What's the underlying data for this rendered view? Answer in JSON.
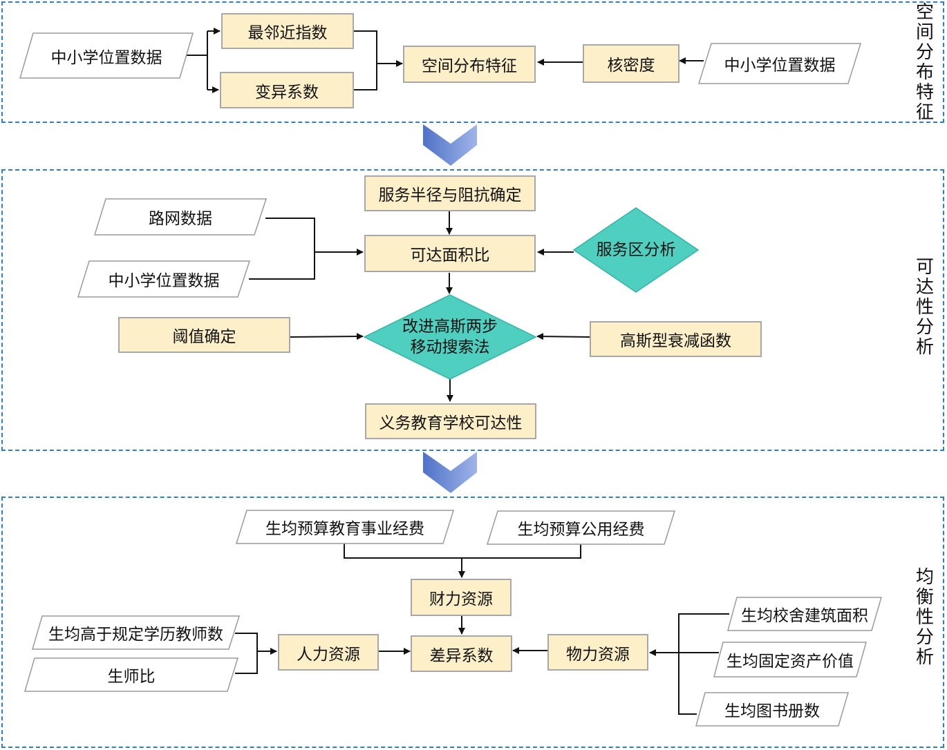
{
  "sections": {
    "spatial": {
      "label": [
        "空",
        "间",
        "分",
        "布",
        "特",
        "征"
      ],
      "school_data_left": "中小学位置数据",
      "nearest_neighbor": "最邻近指数",
      "variation_coef": "变异系数",
      "spatial_feature": "空间分布特征",
      "kernel_density": "核密度",
      "school_data_right": "中小学位置数据"
    },
    "access": {
      "label": [
        "可",
        "达",
        "性",
        "分",
        "析"
      ],
      "service_radius": "服务半径与阻抗确定",
      "road_data": "路网数据",
      "school_data": "中小学位置数据",
      "area_ratio": "可达面积比",
      "service_area": "服务区分析",
      "threshold": "阈值确定",
      "g2sfca_line1": "改进高斯两步",
      "g2sfca_line2": "移动搜索法",
      "gaussian_decay": "高斯型衰减函数",
      "school_access": "义务教育学校可达性"
    },
    "balance": {
      "label": [
        "均",
        "衡",
        "性",
        "分",
        "析"
      ],
      "budget_edu": "生均预算教育事业经费",
      "budget_public": "生均预算公用经费",
      "financial": "财力资源",
      "teachers_degree": "生均高于规定学历教师数",
      "teacher_ratio": "生师比",
      "human": "人力资源",
      "diff_coef": "差异系数",
      "material": "物力资源",
      "building_area": "生均校舍建筑面积",
      "fixed_assets": "生均固定资产价值",
      "books": "生均图书册数"
    }
  },
  "colors": {
    "border": "#2f7fbf",
    "box_fill": "#fdefc8",
    "diamond_fill": "#4fcfc0",
    "chevron": "#6f8ed8"
  }
}
